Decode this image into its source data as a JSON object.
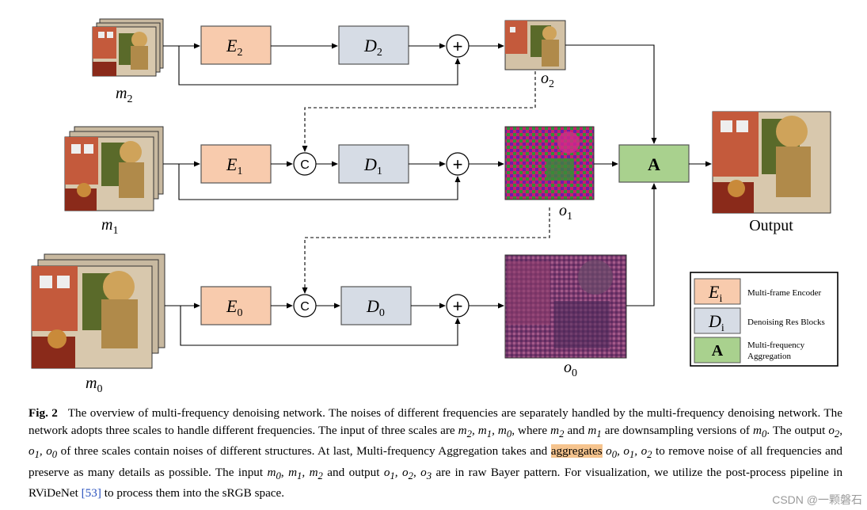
{
  "figure": {
    "encoders": [
      {
        "sym": "E",
        "sub": "2"
      },
      {
        "sym": "E",
        "sub": "1"
      },
      {
        "sym": "E",
        "sub": "0"
      }
    ],
    "decoders": [
      {
        "sym": "D",
        "sub": "2"
      },
      {
        "sym": "D",
        "sub": "1"
      },
      {
        "sym": "D",
        "sub": "0"
      }
    ],
    "inputs": [
      {
        "sym": "m",
        "sub": "2"
      },
      {
        "sym": "m",
        "sub": "1"
      },
      {
        "sym": "m",
        "sub": "0"
      }
    ],
    "outputs": [
      {
        "sym": "o",
        "sub": "2"
      },
      {
        "sym": "o",
        "sub": "1"
      },
      {
        "sym": "o",
        "sub": "0"
      }
    ],
    "plus": "+",
    "concat": "C",
    "aggregation_label": "A",
    "output_label": "Output",
    "colors": {
      "encoder": "#f8cbad",
      "decoder": "#d6dce5",
      "aggregation": "#a9d18e"
    }
  },
  "legend": {
    "items": [
      {
        "sym": "E",
        "sub": "i",
        "text": "Multi-frame Encoder"
      },
      {
        "sym": "D",
        "sub": "i",
        "text": "Denoising Res Blocks"
      },
      {
        "sym": "A",
        "text_line1": "Multi-frequency",
        "text_line2": "Aggregation"
      }
    ]
  },
  "caption": {
    "label": "Fig. 2",
    "p1": "The overview of multi-frequency denoising network. The noises of different frequencies are separately handled by the multi-frequency denoising network. The network adopts three scales to handle different frequencies. The input of three scales are",
    "p2": ", where",
    "p3": "and",
    "p4": "are downsampling versions of",
    "p5": ". The output",
    "p6": "of three scales contain noises of different structures. At last, Multi-frequency Aggregation takes and",
    "highlight": "aggregates",
    "p7": "to remove noise of all frequencies and preserve as many details as possible. The input",
    "p8": "and output",
    "p9": "are in raw Bayer pattern. For visualization, we utilize the post-process pipeline in RViDeNet",
    "ref": "[53]",
    "p10": "to process them into the sRGB space.",
    "m_list": "m",
    "o_list_1": "o",
    "o_list_2": "o"
  },
  "watermark": "CSDN @一颗磐石"
}
